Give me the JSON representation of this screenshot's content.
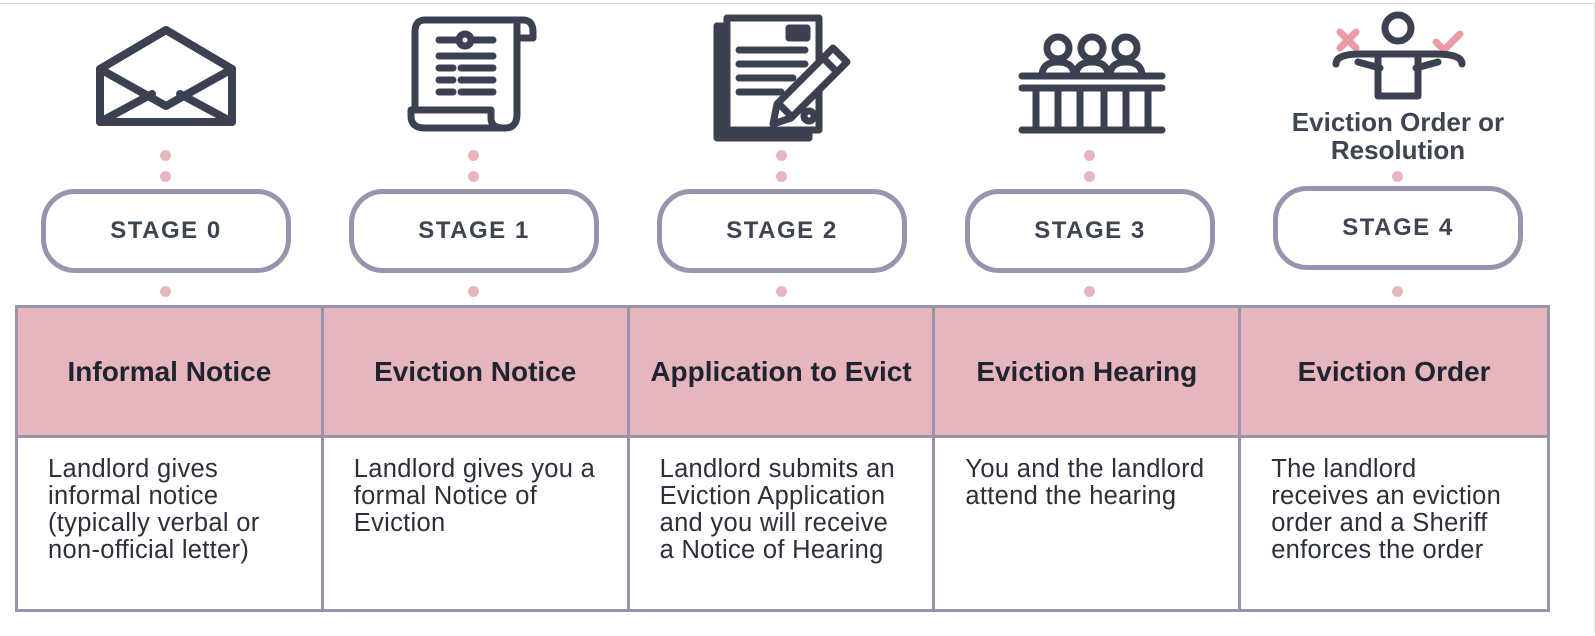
{
  "stages": [
    {
      "icon": "envelope-icon",
      "stage_label": "STAGE 0",
      "title": "Informal Notice",
      "description": "Landlord gives informal notice (typically verbal or non-official letter)"
    },
    {
      "icon": "scroll-notice-icon",
      "stage_label": "STAGE 1",
      "title": "Eviction Notice",
      "description": "Landlord gives you a formal Notice of Eviction"
    },
    {
      "icon": "document-pen-icon",
      "stage_label": "STAGE 2",
      "title": "Application to Evict",
      "description": "Landlord submits an Eviction Application and you will receive a Notice of Hearing"
    },
    {
      "icon": "tribunal-panel-icon",
      "stage_label": "STAGE 3",
      "title": "Eviction Hearing",
      "description": "You and the landlord attend the hearing"
    },
    {
      "icon": "decision-person-icon",
      "stage_label": "STAGE 4",
      "caption": "Eviction Order or Resolution",
      "title": "Eviction Order",
      "description": "The landlord receives an eviction order and a Sheriff enforces the order"
    }
  ],
  "colors": {
    "header_fill": "#e7b6bd",
    "border": "#9a93ad",
    "icon_stroke": "#3b4150",
    "connector_dot": "#e7b6bd",
    "cross_mark": "#ec9aa6",
    "check_mark": "#ec9aa6"
  }
}
